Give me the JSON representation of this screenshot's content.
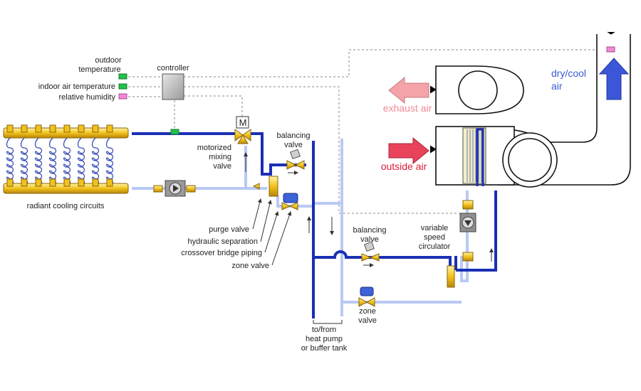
{
  "colors": {
    "supply": "#1a2fb5",
    "return": "#b9c9f5",
    "brass": "#f2c21c",
    "exhaust": "#f4a3a8",
    "outside": "#e8435a",
    "dry_cool": "#3c56d8",
    "sensor_green": "#22c14a",
    "sensor_pink": "#f08ad6",
    "control_wire": "#888888"
  },
  "labels": {
    "outdoor_temperature_line1": "outdoor",
    "outdoor_temperature_line2": "temperature",
    "indoor_air_temperature": "indoor air temperature",
    "relative_humidity": "relative humidity",
    "controller": "controller",
    "mixing_valve_symbol": "M",
    "motorized_line1": "motorized",
    "motorized_line2": "mixing",
    "motorized_line3": "valve",
    "balancing_top_line1": "balancing",
    "balancing_top_line2": "valve",
    "radiant_cooling_circuits": "radiant cooling circuits",
    "purge_valve": "purge valve",
    "hydraulic_separation": "hydraulic separation",
    "crossover_bridge_piping": "crossover bridge piping",
    "zone_valve_left": "zone valve",
    "balancing_mid_line1": "balancing",
    "balancing_mid_line2": "valve",
    "zone_valve_bottom_line1": "zone",
    "zone_valve_bottom_line2": "valve",
    "to_from_line1": "to/from",
    "to_from_line2": "heat pump",
    "to_from_line3": "or buffer tank",
    "variable_line1": "variable",
    "variable_line2": "speed",
    "variable_line3": "circulator",
    "exhaust_air": "exhaust air",
    "outside_air": "outside air",
    "dry_cool_line1": "dry/cool",
    "dry_cool_line2": "air"
  }
}
